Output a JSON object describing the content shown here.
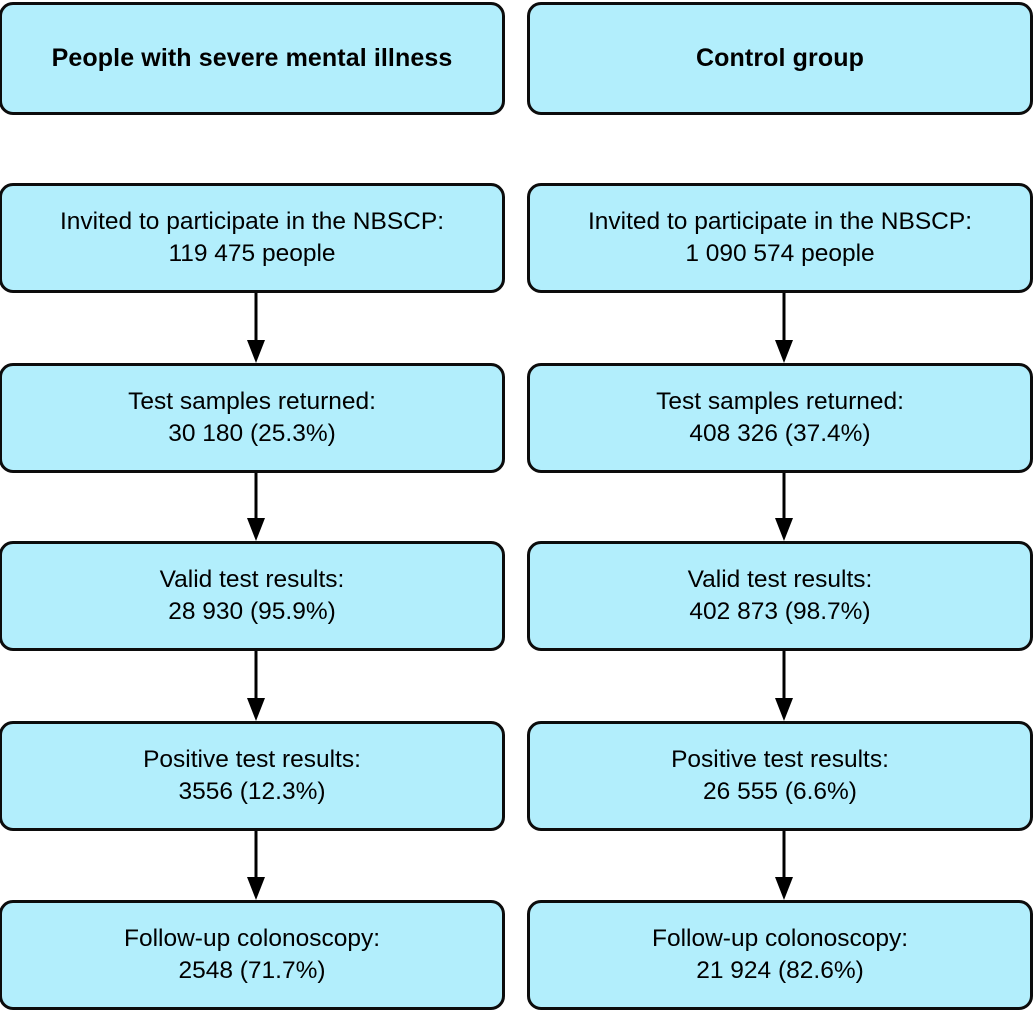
{
  "diagram": {
    "title_left": "People with severe mental illness",
    "title_right": "Control group",
    "box_fill_color": "#b2eefc",
    "box_border_color": "#0c0c0c",
    "arrow_color": "#000000"
  },
  "chart_data": {
    "type": "table",
    "title": "NBSCP participation flow: severe mental illness vs control group",
    "stages": [
      "Invited to participate in the NBSCP",
      "Test samples returned",
      "Valid test results",
      "Positive test results",
      "Follow-up colonoscopy"
    ],
    "series": [
      {
        "name": "People with severe mental illness",
        "values": [
          119475,
          30180,
          28930,
          3556,
          2548
        ],
        "percents": [
          null,
          25.3,
          95.9,
          12.3,
          71.7
        ]
      },
      {
        "name": "Control group",
        "values": [
          1090574,
          408326,
          402873,
          26555,
          21924
        ],
        "percents": [
          null,
          37.4,
          98.7,
          6.6,
          82.6
        ]
      }
    ]
  },
  "columns": [
    {
      "header": "People with severe mental illness",
      "nodes": [
        {
          "line1": "Invited to participate in the NBSCP:",
          "line2": "119 475 people"
        },
        {
          "line1": "Test samples returned:",
          "line2": "30 180 (25.3%)"
        },
        {
          "line1": "Valid test results:",
          "line2": "28 930 (95.9%)"
        },
        {
          "line1": "Positive test results:",
          "line2": "3556 (12.3%)"
        },
        {
          "line1": "Follow-up colonoscopy:",
          "line2": "2548 (71.7%)"
        }
      ]
    },
    {
      "header": "Control group",
      "nodes": [
        {
          "line1": "Invited to participate in the NBSCP:",
          "line2": "1 090 574 people"
        },
        {
          "line1": "Test samples returned:",
          "line2": "408 326 (37.4%)"
        },
        {
          "line1": "Valid test results:",
          "line2": "402 873 (98.7%)"
        },
        {
          "line1": "Positive test results:",
          "line2": "26 555 (6.6%)"
        },
        {
          "line1": "Follow-up colonoscopy:",
          "line2": "21 924 (82.6%)"
        }
      ]
    }
  ]
}
